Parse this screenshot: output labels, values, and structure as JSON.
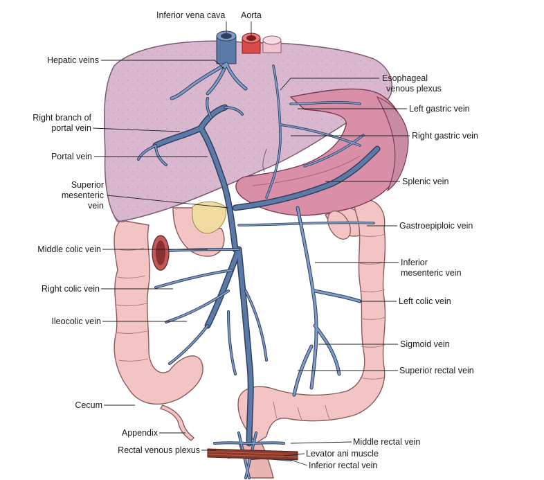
{
  "labels": {
    "inferior_vena_cava": "Inferior vena cava",
    "aorta": "Aorta",
    "hepatic_veins": "Hepatic veins",
    "esophageal_venous_plexus_1": "Esophageal",
    "esophageal_venous_plexus_2": "venous plexus",
    "left_gastric_vein": "Left gastric vein",
    "right_branch_portal_vein_1": "Right branch of",
    "right_branch_portal_vein_2": "portal vein",
    "right_gastric_vein": "Right gastric vein",
    "portal_vein": "Portal vein",
    "splenic_vein": "Splenic vein",
    "superior_mesenteric_vein_1": "Superior",
    "superior_mesenteric_vein_2": "mesenteric",
    "superior_mesenteric_vein_3": "vein",
    "gastroepiploic_vein": "Gastroepiploic vein",
    "middle_colic_vein": "Middle colic vein",
    "inferior_mesenteric_vein_1": "Inferior",
    "inferior_mesenteric_vein_2": "mesenteric vein",
    "right_colic_vein": "Right colic vein",
    "left_colic_vein": "Left colic vein",
    "ileocolic_vein": "Ileocolic vein",
    "sigmoid_vein": "Sigmoid vein",
    "superior_rectal_vein": "Superior rectal vein",
    "cecum": "Cecum",
    "appendix": "Appendix",
    "middle_rectal_vein": "Middle rectal vein",
    "rectal_venous_plexus": "Rectal venous plexus",
    "levator_ani_muscle": "Levator ani muscle",
    "inferior_rectal_vein": "Inferior rectal vein"
  },
  "colors": {
    "liver": "#d9b8cf",
    "liver_edge": "#7a5a70",
    "stomach": "#d98fa8",
    "colon": "#f2c4c4",
    "colon_edge": "#8a5a5a",
    "vein": "#5b7aa8",
    "vein_edge": "#2e3f5c",
    "artery": "#d94a4a",
    "pancreas": "#f0dca0",
    "leader": "#222222"
  }
}
